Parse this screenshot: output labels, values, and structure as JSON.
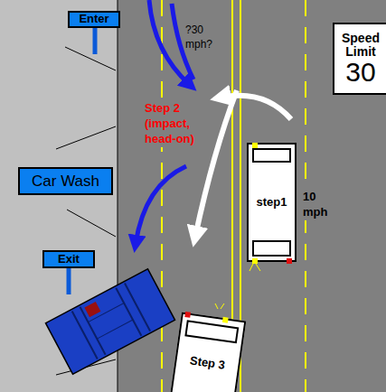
{
  "diagram": {
    "nodes": [
      {
        "text": [
          "Enter"
        ]
      },
      {
        "text": [
          "Speed Limit",
          "30"
        ]
      },
      {
        "text": [
          "step1"
        ]
      },
      {
        "text": [
          "Car Wash"
        ]
      },
      {
        "text": [
          "Exit"
        ]
      },
      {
        "text": [
          "Step 3"
        ]
      }
    ],
    "labels": [
      "?30 mph?",
      "Step 2 (impact, head-on)",
      "10 mph"
    ]
  }
}
